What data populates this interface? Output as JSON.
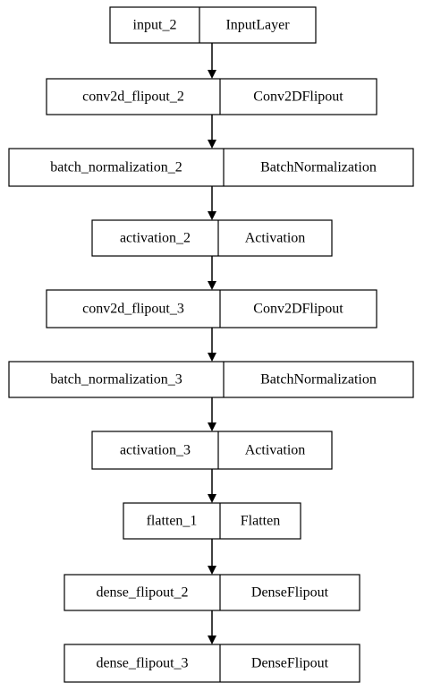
{
  "diagram": {
    "colors": {
      "stroke": "#000000",
      "fill": "#ffffff",
      "text": "#000000"
    },
    "nodes": [
      {
        "id": "input_2",
        "name": "input_2",
        "layer_type": "InputLayer"
      },
      {
        "id": "conv2d_flipout_2",
        "name": "conv2d_flipout_2",
        "layer_type": "Conv2DFlipout"
      },
      {
        "id": "batch_normalization_2",
        "name": "batch_normalization_2",
        "layer_type": "BatchNormalization"
      },
      {
        "id": "activation_2",
        "name": "activation_2",
        "layer_type": "Activation"
      },
      {
        "id": "conv2d_flipout_3",
        "name": "conv2d_flipout_3",
        "layer_type": "Conv2DFlipout"
      },
      {
        "id": "batch_normalization_3",
        "name": "batch_normalization_3",
        "layer_type": "BatchNormalization"
      },
      {
        "id": "activation_3",
        "name": "activation_3",
        "layer_type": "Activation"
      },
      {
        "id": "flatten_1",
        "name": "flatten_1",
        "layer_type": "Flatten"
      },
      {
        "id": "dense_flipout_2",
        "name": "dense_flipout_2",
        "layer_type": "DenseFlipout"
      },
      {
        "id": "dense_flipout_3",
        "name": "dense_flipout_3",
        "layer_type": "DenseFlipout"
      }
    ],
    "edges": [
      {
        "from": "input_2",
        "to": "conv2d_flipout_2"
      },
      {
        "from": "conv2d_flipout_2",
        "to": "batch_normalization_2"
      },
      {
        "from": "batch_normalization_2",
        "to": "activation_2"
      },
      {
        "from": "activation_2",
        "to": "conv2d_flipout_3"
      },
      {
        "from": "conv2d_flipout_3",
        "to": "batch_normalization_3"
      },
      {
        "from": "batch_normalization_3",
        "to": "activation_3"
      },
      {
        "from": "activation_3",
        "to": "flatten_1"
      },
      {
        "from": "flatten_1",
        "to": "dense_flipout_2"
      },
      {
        "from": "dense_flipout_2",
        "to": "dense_flipout_3"
      }
    ]
  }
}
